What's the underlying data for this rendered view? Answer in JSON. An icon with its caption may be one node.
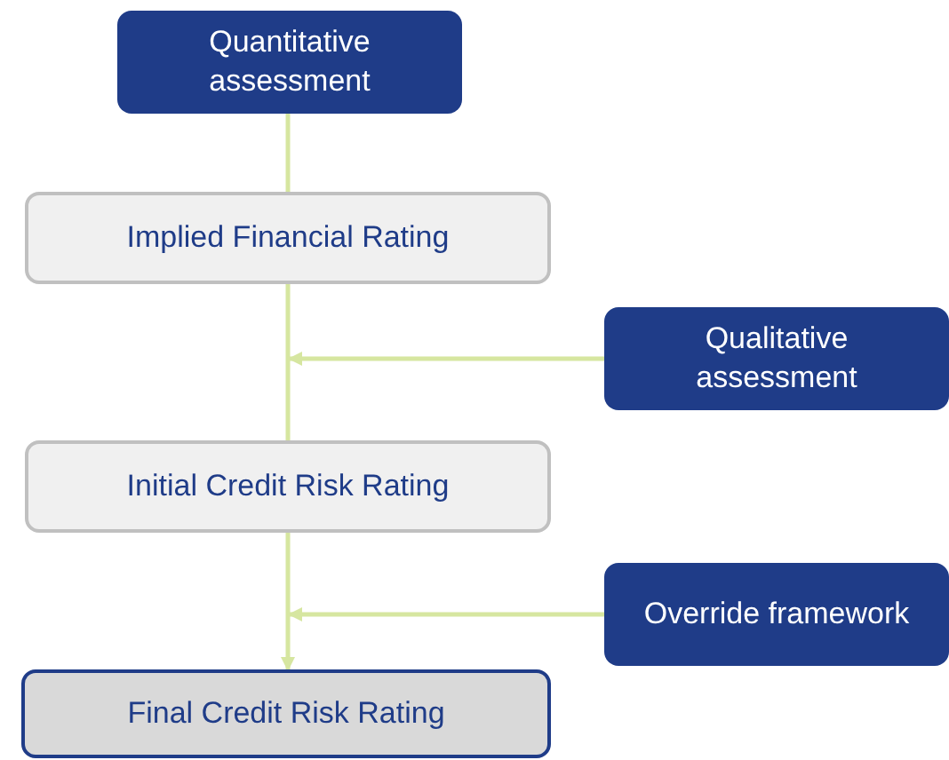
{
  "diagram": {
    "nodes": [
      {
        "text": [
          "Quantitative assessment"
        ]
      },
      {
        "text": [
          "Implied Financial Rating"
        ]
      },
      {
        "text": [
          "Qualitative assessment"
        ]
      },
      {
        "text": [
          "Initial Credit Risk Rating"
        ]
      },
      {
        "text": [
          "Override framework"
        ]
      },
      {
        "text": [
          "Final Credit Risk Rating"
        ]
      }
    ],
    "edges": [
      {
        "from": 0,
        "to": 1,
        "arrow": "none"
      },
      {
        "from": 1,
        "to": 3,
        "arrow": "none"
      },
      {
        "from": 2,
        "to": null,
        "arrow": "to"
      },
      {
        "from": 3,
        "to": 5,
        "arrow": "to"
      },
      {
        "from": 4,
        "to": null,
        "arrow": "to"
      }
    ]
  }
}
